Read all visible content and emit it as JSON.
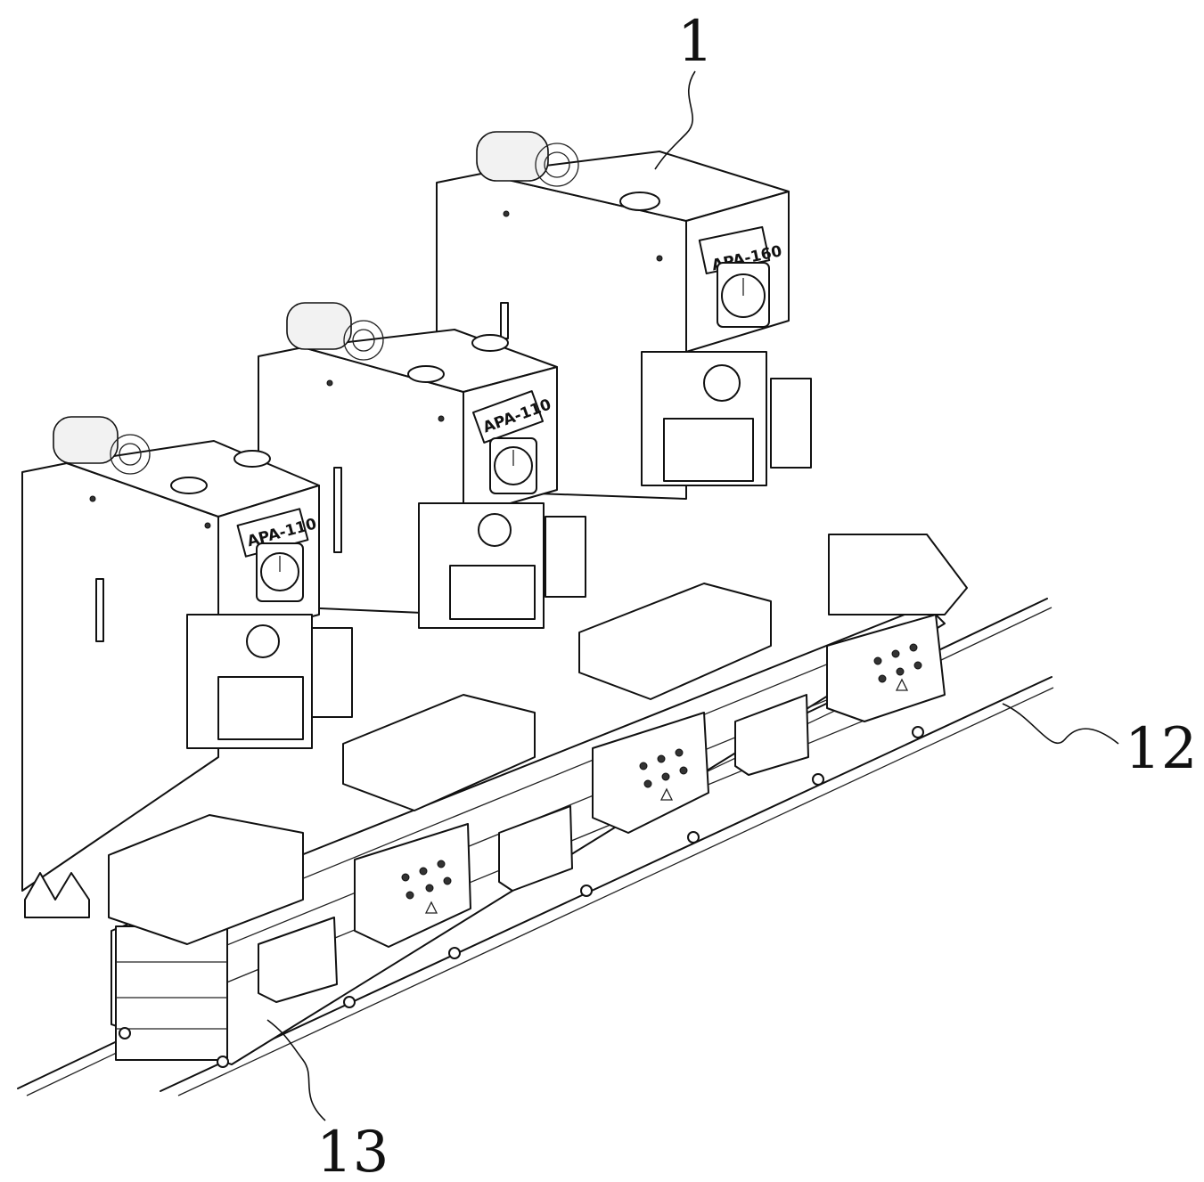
{
  "reference_labels": {
    "press_line": "1",
    "rail": "12",
    "conveyor_frame": "13"
  },
  "presses": [
    {
      "model": "APA-110"
    },
    {
      "model": "APA-110"
    },
    {
      "model": "APA-160"
    }
  ]
}
